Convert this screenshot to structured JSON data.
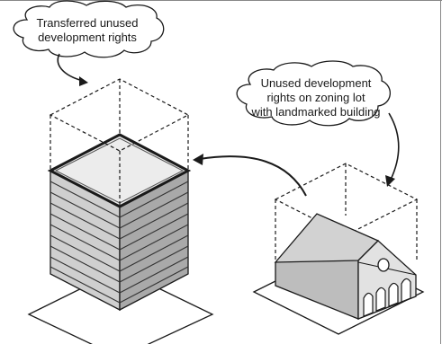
{
  "labels": {
    "transferred": [
      "Transferred unused",
      "development rights"
    ],
    "unused": [
      "Unused development",
      "rights on zoning lot",
      "with landmarked building"
    ]
  },
  "colors": {
    "ink": "#1a1a1a",
    "tower_face_light": "#cfcfcf",
    "tower_face_dark": "#a9a9a9",
    "roof": "#ececec",
    "house_wall": "#bdbdbd",
    "house_front": "#e2e2e2",
    "house_roof": "#d2d2d2"
  }
}
